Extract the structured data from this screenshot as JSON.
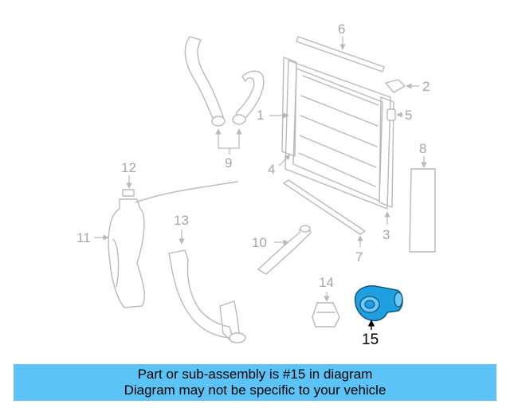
{
  "diagram": {
    "callouts": [
      "1",
      "2",
      "3",
      "4",
      "5",
      "6",
      "7",
      "8",
      "9",
      "10",
      "11",
      "12",
      "13",
      "14",
      "15"
    ],
    "highlighted_part": "15",
    "highlight_color": "#1e9fe0"
  },
  "banner": {
    "line1": "Part or sub-assembly is #15 in diagram",
    "line2": "Diagram may not be specific to your vehicle",
    "color": "#5bc3f5"
  }
}
